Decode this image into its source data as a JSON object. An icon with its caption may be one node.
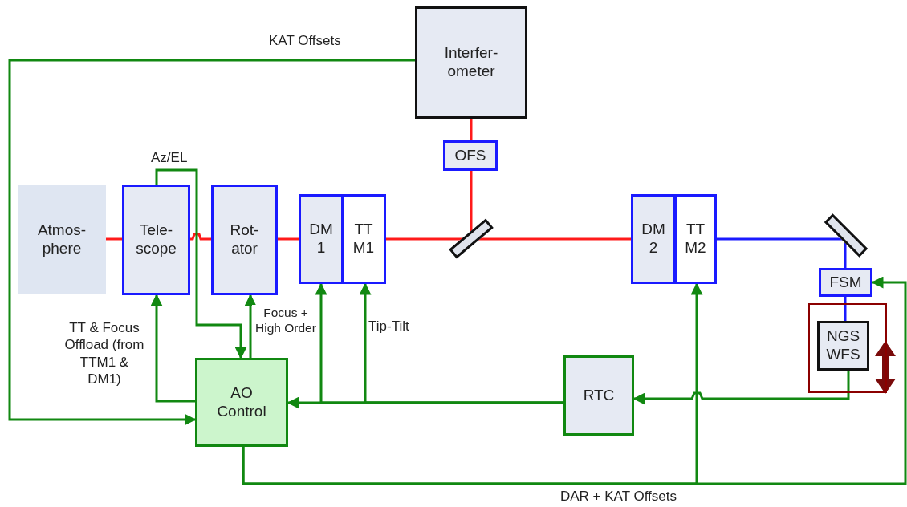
{
  "diagram": {
    "nodes": [
      {
        "text": [
          "Interfer- ometer"
        ]
      },
      {
        "text": [
          "OFS"
        ]
      },
      {
        "text": [
          "Atmos- phere"
        ]
      },
      {
        "text": [
          "Tele- scope"
        ]
      },
      {
        "text": [
          "Rot- ator"
        ]
      },
      {
        "text": [
          "DM 1"
        ]
      },
      {
        "text": [
          "TT M1"
        ]
      },
      {
        "text": [],
        "shape": "box"
      },
      {
        "text": [
          "DM 2"
        ]
      },
      {
        "text": [
          "TT M2"
        ]
      },
      {
        "text": [],
        "shape": "box"
      },
      {
        "text": [
          "FSM"
        ]
      },
      {
        "text": [],
        "shape": "box"
      },
      {
        "text": [
          "NGS WFS"
        ],
        "in": 12
      },
      {
        "text": [
          "AO Control"
        ]
      },
      {
        "text": [
          "RTC"
        ]
      }
    ],
    "edges": [
      {
        "from": 2,
        "to": 3,
        "arrow": "none",
        "color": "#ff1a1a"
      },
      {
        "from": 3,
        "to": 4,
        "arrow": "none",
        "color": "#ff1a1a"
      },
      {
        "from": 4,
        "to": 5,
        "arrow": "none",
        "color": "#ff1a1a"
      },
      {
        "from": 6,
        "to": 7,
        "arrow": "none",
        "color": "#ff1a1a"
      },
      {
        "from": 7,
        "to": 8,
        "arrow": "none",
        "color": "#ff1a1a"
      },
      {
        "from": 7,
        "to": 1,
        "arrow": "none",
        "color": "#ff1a1a"
      },
      {
        "from": 1,
        "to": 0,
        "arrow": "none",
        "color": "#ff1a1a"
      },
      {
        "from": 9,
        "to": 10,
        "arrow": "none",
        "color": "#1a1aff"
      },
      {
        "from": 10,
        "to": 11,
        "arrow": "none",
        "color": "#1a1aff"
      },
      {
        "from": 11,
        "to": 13,
        "arrow": "none",
        "color": "#1a1aff"
      },
      {
        "from": 0,
        "to": 14,
        "arrow": "to",
        "label": "KAT Offsets"
      },
      {
        "from": 3,
        "to": 14,
        "arrow": "to",
        "label": "Az/EL"
      },
      {
        "from": 14,
        "to": 3,
        "arrow": "to",
        "label": "TT & Focus Offload (from TTM1 & DM1)"
      },
      {
        "from": 14,
        "to": 4,
        "arrow": "to"
      },
      {
        "from": 15,
        "to": 14,
        "arrow": "to"
      },
      {
        "from": 15,
        "to": 5,
        "arrow": "to",
        "label": "Focus + High Order"
      },
      {
        "from": 15,
        "to": 6,
        "arrow": "to",
        "label": "Tip-Tilt"
      },
      {
        "from": 13,
        "to": 15,
        "arrow": "to"
      },
      {
        "from": 14,
        "to": 9,
        "arrow": "to",
        "label": "DAR + KAT Offsets"
      },
      {
        "from": 14,
        "to": 11,
        "arrow": "to"
      }
    ]
  }
}
